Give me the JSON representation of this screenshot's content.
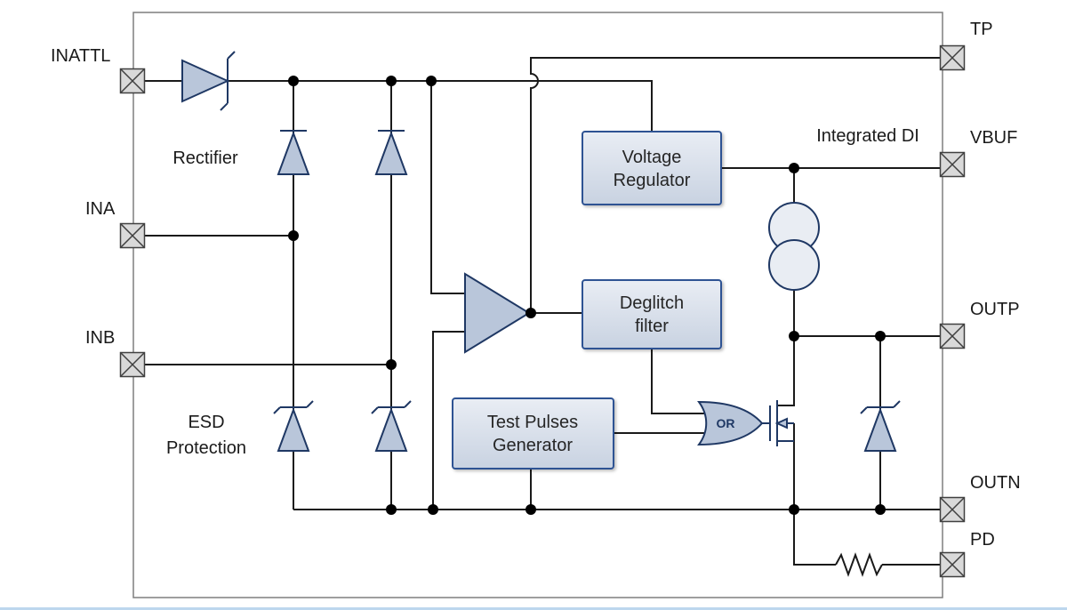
{
  "diagram": {
    "pins_left": [
      {
        "label": "INATTL"
      },
      {
        "label": "INA"
      },
      {
        "label": "INB"
      }
    ],
    "pins_right": [
      {
        "label": "TP"
      },
      {
        "label": "VBUF"
      },
      {
        "label": "OUTP"
      },
      {
        "label": "OUTN"
      },
      {
        "label": "PD"
      }
    ],
    "blocks": {
      "voltage_regulator": {
        "line1": "Voltage",
        "line2": "Regulator"
      },
      "deglitch_filter": {
        "line1": "Deglitch",
        "line2": "filter"
      },
      "test_pulses_generator": {
        "line1": "Test Pulses",
        "line2": "Generator"
      }
    },
    "gates": {
      "or_gate": "OR"
    },
    "annotations": {
      "rectifier": "Rectifier",
      "esd_line1": "ESD",
      "esd_line2": "Protection",
      "integrated_di": "Integrated DI"
    },
    "colors": {
      "wire": "#1a1a1a",
      "symbol_stroke": "#1f3864",
      "symbol_fill": "#b9c6da",
      "block_fill_top": "#e9edf4",
      "block_fill_bottom": "#c8d2e1",
      "block_border": "#2e5293",
      "pin_fill": "#d9d9d9",
      "pin_border": "#404040",
      "outer_border": "#7f7f7f",
      "bottom_strip": "#bdd7ee",
      "background": "#ffffff"
    }
  }
}
